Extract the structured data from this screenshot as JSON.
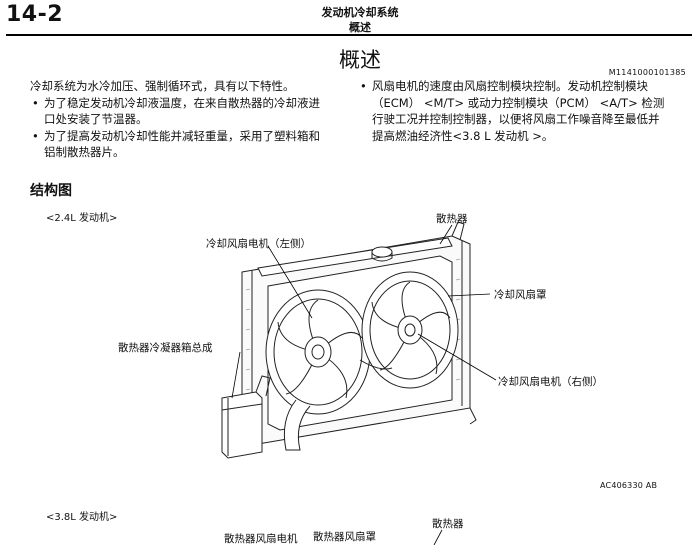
{
  "header": {
    "page_number": "14-2",
    "section_title": "发动机冷却系统",
    "section_subtitle": "概述"
  },
  "main": {
    "title": "概述",
    "doc_id": "M1141000101385",
    "left_col": {
      "intro": "冷却系统为水冷加压、强制循环式，具有以下特性。",
      "bullets": [
        "为了稳定发动机冷却液温度，在来自散热器的冷却液进口处安装了节温器。",
        "为了提高发动机冷却性能并减轻重量，采用了塑料箱和铝制散热器片。"
      ]
    },
    "right_col": {
      "bullets": [
        "风扇电机的速度由风扇控制模块控制。发动机控制模块 （ECM） <M/T> 或动力控制模块（PCM） <A/T> 检测行驶工况并控制控制器，以便将风扇工作噪音降至最低并提高燃油经济性<3.8 L 发动机 >。"
      ]
    },
    "structure_heading": "结构图",
    "bullet_char": "•"
  },
  "figure1": {
    "engine_label": "<2.4L 发动机>",
    "labels": {
      "radiator": "散热器",
      "fan_motor_left": "冷却风扇电机（左侧）",
      "fan_shroud": "冷却风扇罩",
      "reserve_tank": "散热器冷凝器箱总成",
      "fan_motor_right": "冷却风扇电机（右侧）"
    },
    "figure_id": "AC406330 AB"
  },
  "figure2": {
    "engine_label": "<3.8L 发动机>",
    "labels": {
      "fan_motor": "散热器风扇电机",
      "fan_shroud": "散热器风扇罩",
      "radiator": "散热器"
    }
  }
}
